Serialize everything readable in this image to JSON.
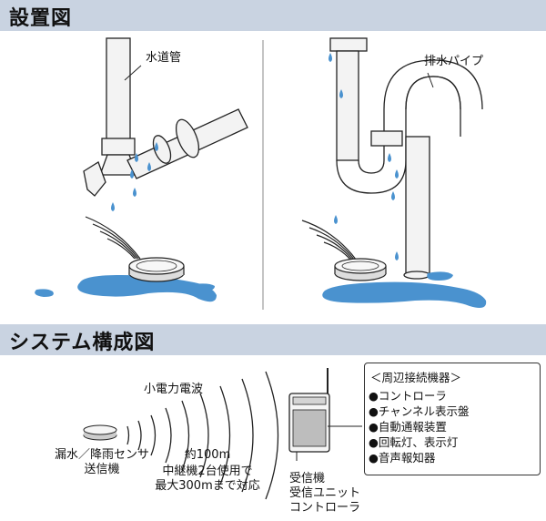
{
  "sections": {
    "installation_title": "設置図",
    "system_title": "システム構成図"
  },
  "installation": {
    "left_label": "水道管",
    "right_label": "排水パイプ"
  },
  "system": {
    "radio_label": "小電力電波",
    "sensor_label_line1": "漏水／降雨センサ",
    "sensor_label_line2": "送信機",
    "range_line1": "約100m",
    "range_line2": "中継機2台使用で",
    "range_line3": "最大300mまで対応",
    "receiver_line1": "受信機",
    "receiver_line2": "受信ユニット",
    "receiver_line3": "コントローラ",
    "peripherals_title": "＜周辺接続機器＞",
    "peripherals": [
      "●コントローラ",
      "●チャンネル表示盤",
      "●自動通報装置",
      "●回転灯、表示灯",
      "●音声報知器"
    ]
  },
  "colors": {
    "band": "#c9d3e1",
    "water": "#4a92cf",
    "pipe_fill": "#f3f3f3",
    "stroke": "#222222"
  }
}
